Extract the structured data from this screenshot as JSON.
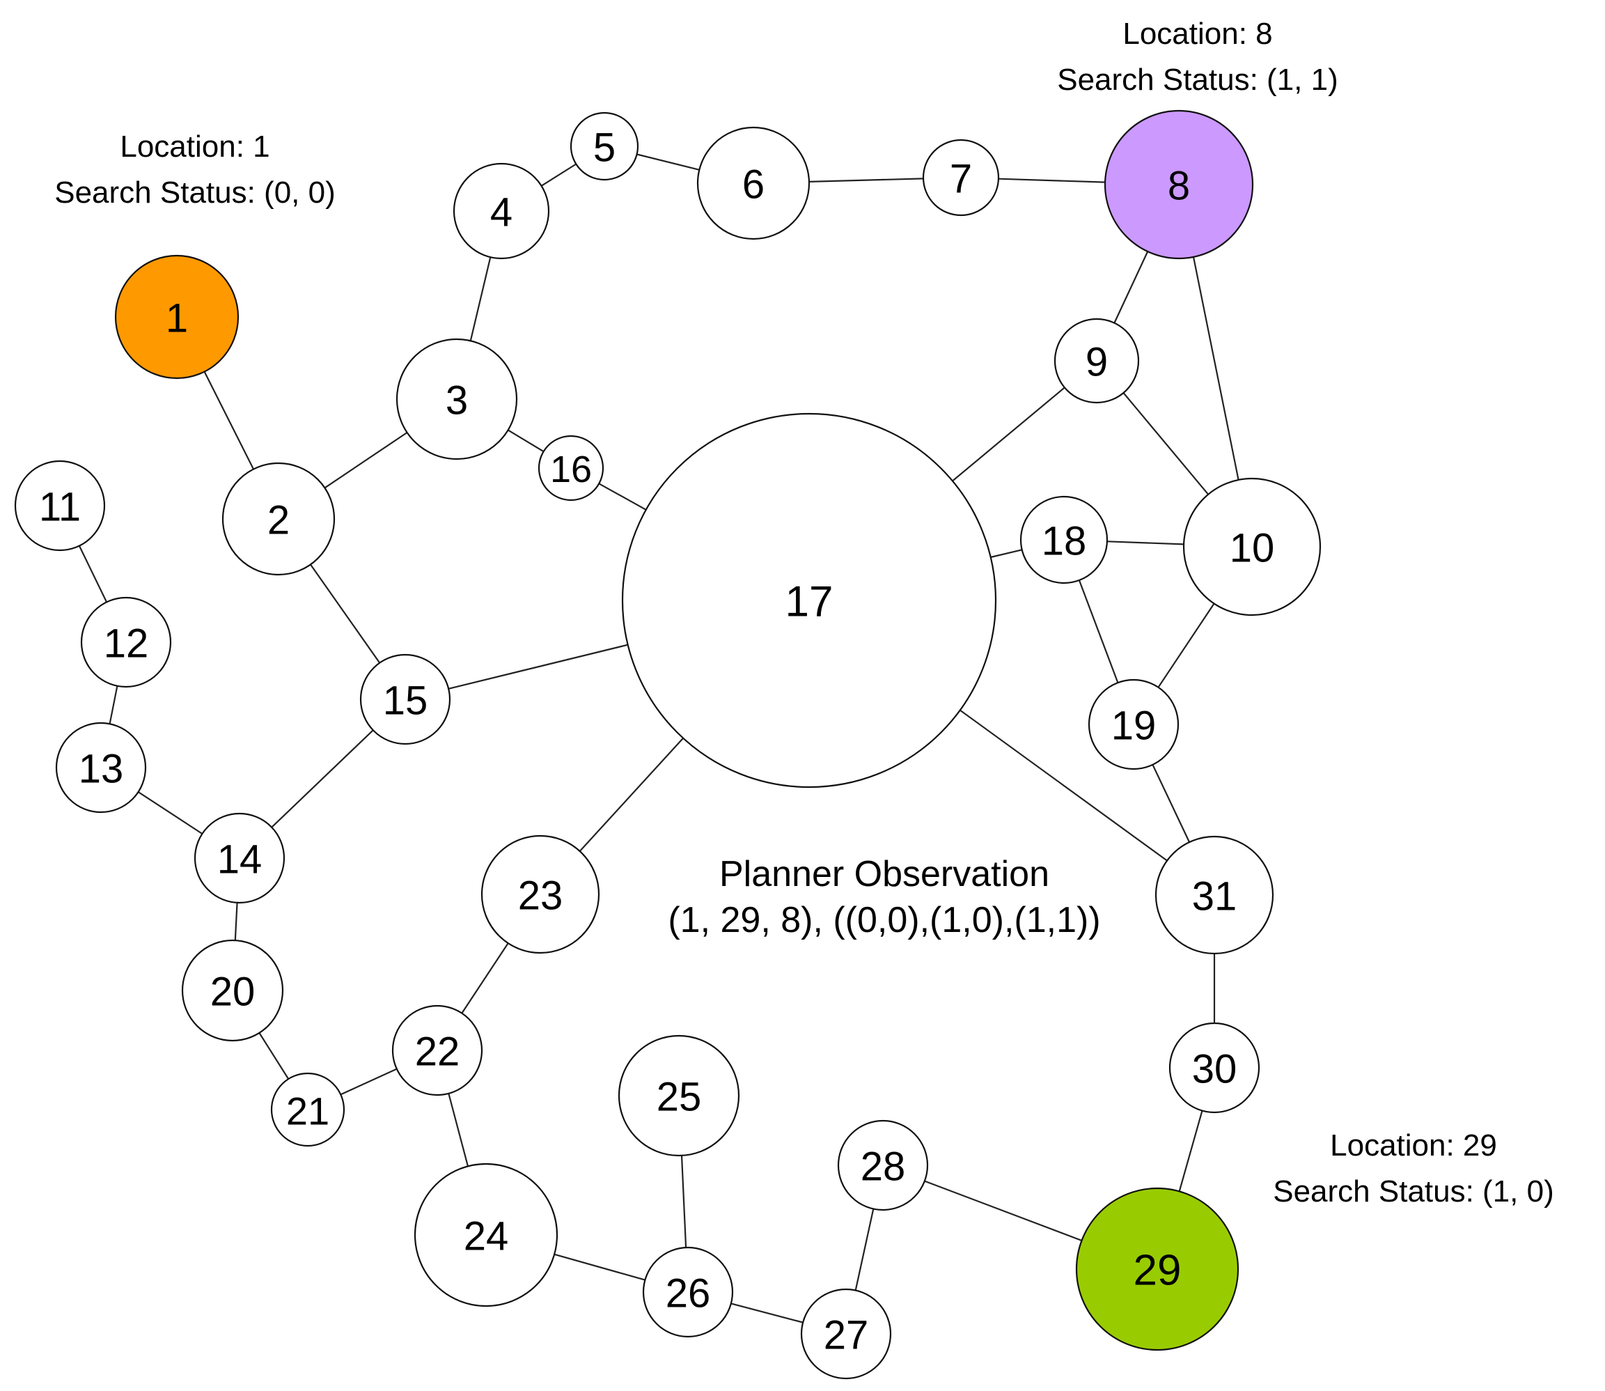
{
  "graph": {
    "nodes": [
      {
        "id": "1",
        "label": "1",
        "fill": "#ff9900"
      },
      {
        "id": "2",
        "label": "2",
        "fill": "#ffffff"
      },
      {
        "id": "3",
        "label": "3",
        "fill": "#ffffff"
      },
      {
        "id": "4",
        "label": "4",
        "fill": "#ffffff"
      },
      {
        "id": "5",
        "label": "5",
        "fill": "#ffffff"
      },
      {
        "id": "6",
        "label": "6",
        "fill": "#ffffff"
      },
      {
        "id": "7",
        "label": "7",
        "fill": "#ffffff"
      },
      {
        "id": "8",
        "label": "8",
        "fill": "#cc99ff"
      },
      {
        "id": "9",
        "label": "9",
        "fill": "#ffffff"
      },
      {
        "id": "10",
        "label": "10",
        "fill": "#ffffff"
      },
      {
        "id": "11",
        "label": "11",
        "fill": "#ffffff"
      },
      {
        "id": "12",
        "label": "12",
        "fill": "#ffffff"
      },
      {
        "id": "13",
        "label": "13",
        "fill": "#ffffff"
      },
      {
        "id": "14",
        "label": "14",
        "fill": "#ffffff"
      },
      {
        "id": "15",
        "label": "15",
        "fill": "#ffffff"
      },
      {
        "id": "16",
        "label": "16",
        "fill": "#ffffff"
      },
      {
        "id": "17",
        "label": "17",
        "fill": "#ffffff"
      },
      {
        "id": "18",
        "label": "18",
        "fill": "#ffffff"
      },
      {
        "id": "19",
        "label": "19",
        "fill": "#ffffff"
      },
      {
        "id": "20",
        "label": "20",
        "fill": "#ffffff"
      },
      {
        "id": "21",
        "label": "21",
        "fill": "#ffffff"
      },
      {
        "id": "22",
        "label": "22",
        "fill": "#ffffff"
      },
      {
        "id": "23",
        "label": "23",
        "fill": "#ffffff"
      },
      {
        "id": "24",
        "label": "24",
        "fill": "#ffffff"
      },
      {
        "id": "25",
        "label": "25",
        "fill": "#ffffff"
      },
      {
        "id": "26",
        "label": "26",
        "fill": "#ffffff"
      },
      {
        "id": "27",
        "label": "27",
        "fill": "#ffffff"
      },
      {
        "id": "28",
        "label": "28",
        "fill": "#ffffff"
      },
      {
        "id": "29",
        "label": "29",
        "fill": "#99cc00"
      },
      {
        "id": "30",
        "label": "30",
        "fill": "#ffffff"
      },
      {
        "id": "31",
        "label": "31",
        "fill": "#ffffff"
      }
    ],
    "edges": [
      [
        "1",
        "2"
      ],
      [
        "2",
        "3"
      ],
      [
        "2",
        "15"
      ],
      [
        "3",
        "4"
      ],
      [
        "3",
        "16"
      ],
      [
        "4",
        "5"
      ],
      [
        "5",
        "6"
      ],
      [
        "6",
        "7"
      ],
      [
        "7",
        "8"
      ],
      [
        "8",
        "9"
      ],
      [
        "8",
        "10"
      ],
      [
        "9",
        "10"
      ],
      [
        "9",
        "17"
      ],
      [
        "10",
        "18"
      ],
      [
        "10",
        "19"
      ],
      [
        "11",
        "12"
      ],
      [
        "12",
        "13"
      ],
      [
        "13",
        "14"
      ],
      [
        "14",
        "15"
      ],
      [
        "14",
        "20"
      ],
      [
        "15",
        "17"
      ],
      [
        "16",
        "17"
      ],
      [
        "17",
        "18"
      ],
      [
        "17",
        "23"
      ],
      [
        "17",
        "31"
      ],
      [
        "18",
        "19"
      ],
      [
        "19",
        "31"
      ],
      [
        "20",
        "21"
      ],
      [
        "21",
        "22"
      ],
      [
        "22",
        "23"
      ],
      [
        "22",
        "24"
      ],
      [
        "24",
        "26"
      ],
      [
        "25",
        "26"
      ],
      [
        "26",
        "27"
      ],
      [
        "27",
        "28"
      ],
      [
        "28",
        "29"
      ],
      [
        "29",
        "30"
      ],
      [
        "30",
        "31"
      ]
    ]
  },
  "annotations": {
    "node1": {
      "location": "Location: 1",
      "status": "Search Status: (0, 0)"
    },
    "node8": {
      "location": "Location: 8",
      "status": "Search Status: (1, 1)"
    },
    "node29": {
      "location": "Location: 29",
      "status": "Search Status: (1, 0)"
    },
    "planner": {
      "title": "Planner Observation",
      "value": "(1, 29, 8), ((0,0),(1,0),(1,1))"
    }
  }
}
